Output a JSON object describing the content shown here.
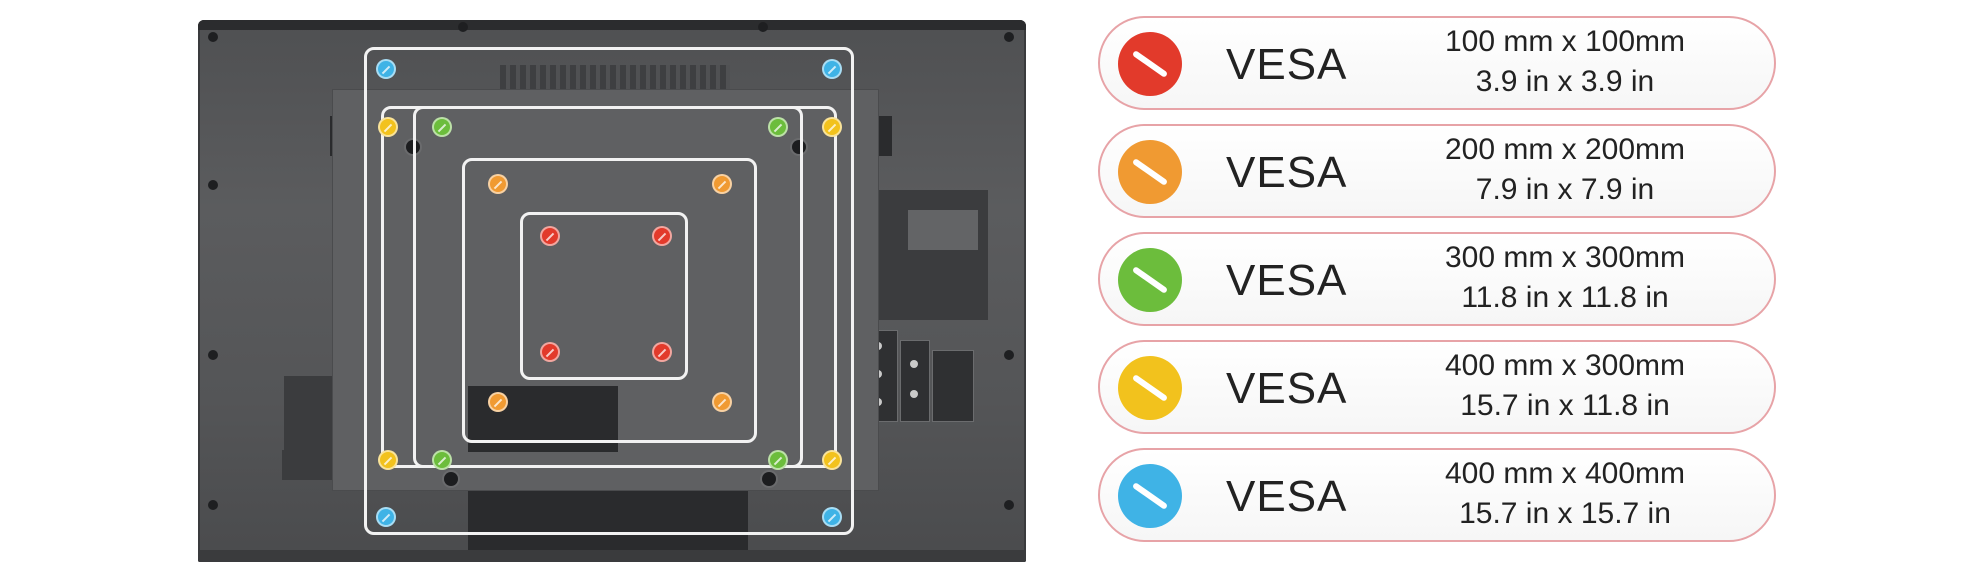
{
  "legend": [
    {
      "color": "#e23a2b",
      "label": "VESA",
      "metric": "100 mm x 100mm",
      "imperial": "3.9 in x 3.9 in"
    },
    {
      "color": "#f09a32",
      "label": "VESA",
      "metric": "200 mm x 200mm",
      "imperial": "7.9 in x 7.9 in"
    },
    {
      "color": "#6cbd3c",
      "label": "VESA",
      "metric": "300 mm x 300mm",
      "imperial": "11.8 in x 11.8 in"
    },
    {
      "color": "#f2c21d",
      "label": "VESA",
      "metric": "400 mm x 300mm",
      "imperial": "15.7 in x 11.8 in"
    },
    {
      "color": "#3fb3e6",
      "label": "VESA",
      "metric": "400 mm x 400mm",
      "imperial": "15.7 in x 15.7 in"
    }
  ]
}
